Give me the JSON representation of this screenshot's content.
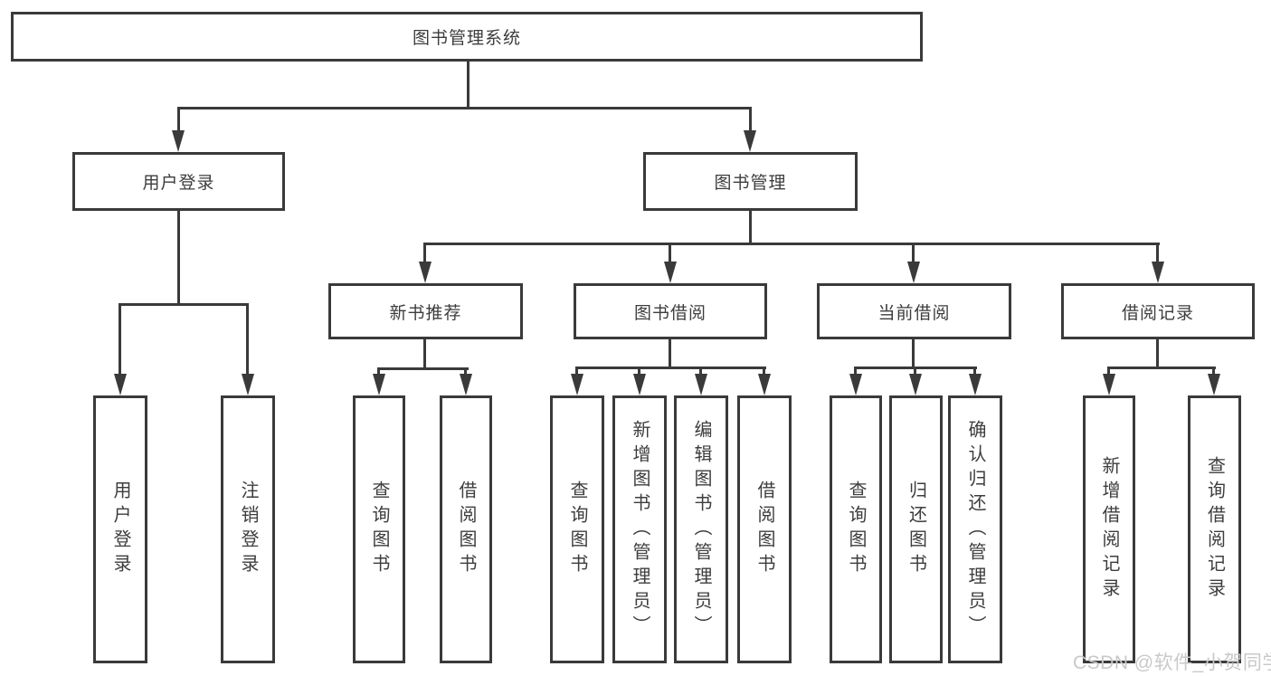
{
  "colors": {
    "line": "#3a3a3a",
    "text": "#3d3d3d",
    "box_bg": "#ffffff",
    "watermark": "#c9c9c9",
    "page_bg": "#ffffff"
  },
  "tree": {
    "root": {
      "label": "图书管理系统",
      "children": [
        {
          "label": "用户登录",
          "children": [
            {
              "label": "用户登录"
            },
            {
              "label": "注销登录"
            }
          ]
        },
        {
          "label": "图书管理",
          "children": [
            {
              "label": "新书推荐",
              "children": [
                {
                  "label": "查询图书"
                },
                {
                  "label": "借阅图书"
                }
              ]
            },
            {
              "label": "图书借阅",
              "children": [
                {
                  "label": "查询图书"
                },
                {
                  "label": "新增图书（管理员）"
                },
                {
                  "label": "编辑图书（管理员）"
                },
                {
                  "label": "借阅图书"
                }
              ]
            },
            {
              "label": "当前借阅",
              "children": [
                {
                  "label": "查询图书"
                },
                {
                  "label": "归还图书"
                },
                {
                  "label": "确认归还（管理员）"
                }
              ]
            },
            {
              "label": "借阅记录",
              "children": [
                {
                  "label": "新增借阅记录"
                },
                {
                  "label": "查询借阅记录"
                }
              ]
            }
          ]
        }
      ]
    }
  },
  "watermark": {
    "text": "CSDN @软件_小贺同学"
  }
}
